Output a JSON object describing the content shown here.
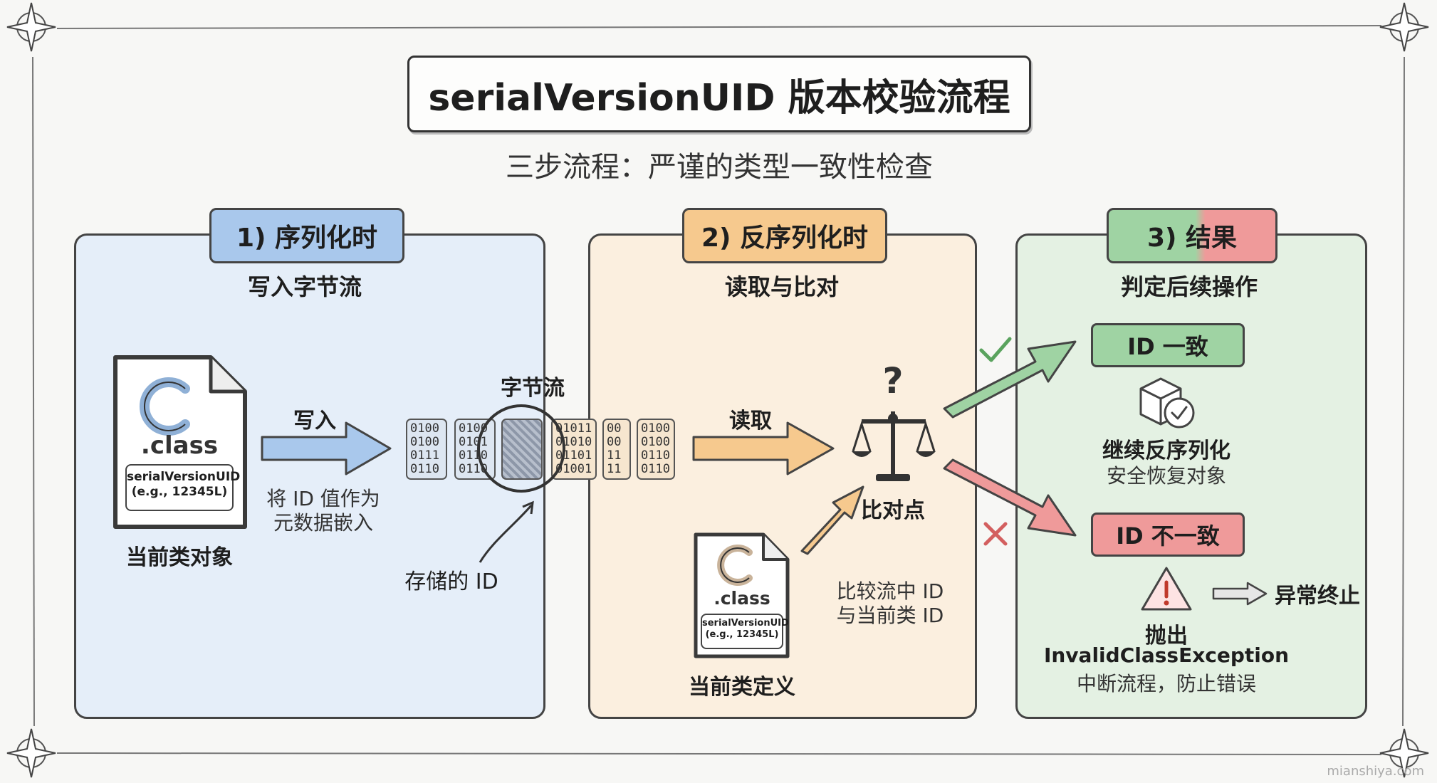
{
  "title": "serialVersionUID 版本校验流程",
  "subtitle": "三步流程：严谨的类型一致性检查",
  "step1": {
    "tab": "1) 序列化时",
    "sub": "写入字节流",
    "file_ext": ".class",
    "file_label_line1": "serialVersionUID",
    "file_label_line2": "(e.g., 12345L)",
    "object_label": "当前类对象",
    "arrow_label": "写入",
    "arrow_note_line1": "将 ID 值作为",
    "arrow_note_line2": "元数据嵌入",
    "stored_id": "存储的 ID"
  },
  "stream": {
    "label": "字节流",
    "blocks": [
      "0100\n0100\n0111\n0110",
      "0100\n0101\n0110\n0110",
      "01011\n01010\n01101\n01001",
      "00\n00\n11\n11",
      "0100\n0100\n0110\n0110"
    ]
  },
  "step2": {
    "tab": "2) 反序列化时",
    "sub": "读取与比对",
    "arrow_label": "读取",
    "compare_label": "比对点",
    "compare_note_line1": "比较流中 ID",
    "compare_note_line2": "与当前类 ID",
    "file_ext": ".class",
    "file_label_line1": "serialVersionUID",
    "file_label_line2": "(e.g., 12345L)",
    "class_def_label": "当前类定义"
  },
  "step3": {
    "tab": "3) 结果",
    "sub": "判定后续操作",
    "match_label": "ID 一致",
    "match_action": "继续反序列化",
    "match_note": "安全恢复对象",
    "mismatch_label": "ID 不一致",
    "throw_label": "抛出",
    "exception_name": "InvalidClassException",
    "mismatch_note": "中断流程，防止错误",
    "abort_label": "异常终止"
  },
  "watermark": "mianshiya.com",
  "colors": {
    "blue": "#a9c8ec",
    "orange": "#f6c98e",
    "green": "#9fd3a3",
    "red": "#ef9a9a",
    "panel_blue": "#e5eef9",
    "panel_orange": "#fbefdf",
    "panel_green": "#e4f1e3"
  }
}
